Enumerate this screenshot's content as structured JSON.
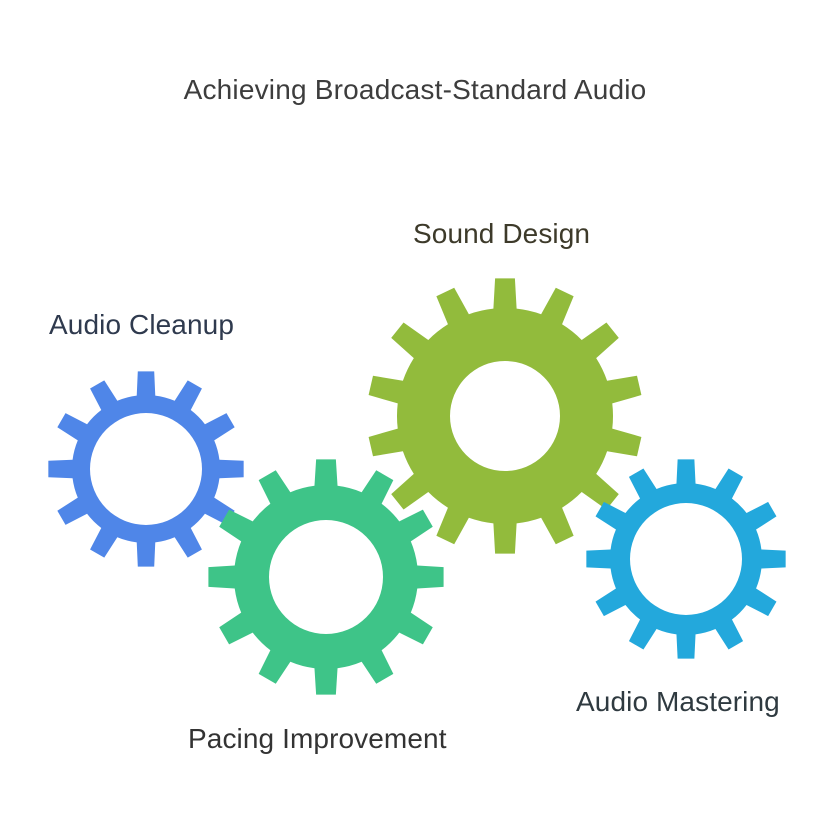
{
  "title": "Achieving Broadcast-Standard Audio",
  "gears": [
    {
      "label": "Audio Cleanup",
      "color": "#4f86e8"
    },
    {
      "label": "Pacing Improvement",
      "color": "#3ec488"
    },
    {
      "label": "Sound Design",
      "color": "#92bb3c"
    },
    {
      "label": "Audio Mastering",
      "color": "#23a8dc"
    }
  ]
}
